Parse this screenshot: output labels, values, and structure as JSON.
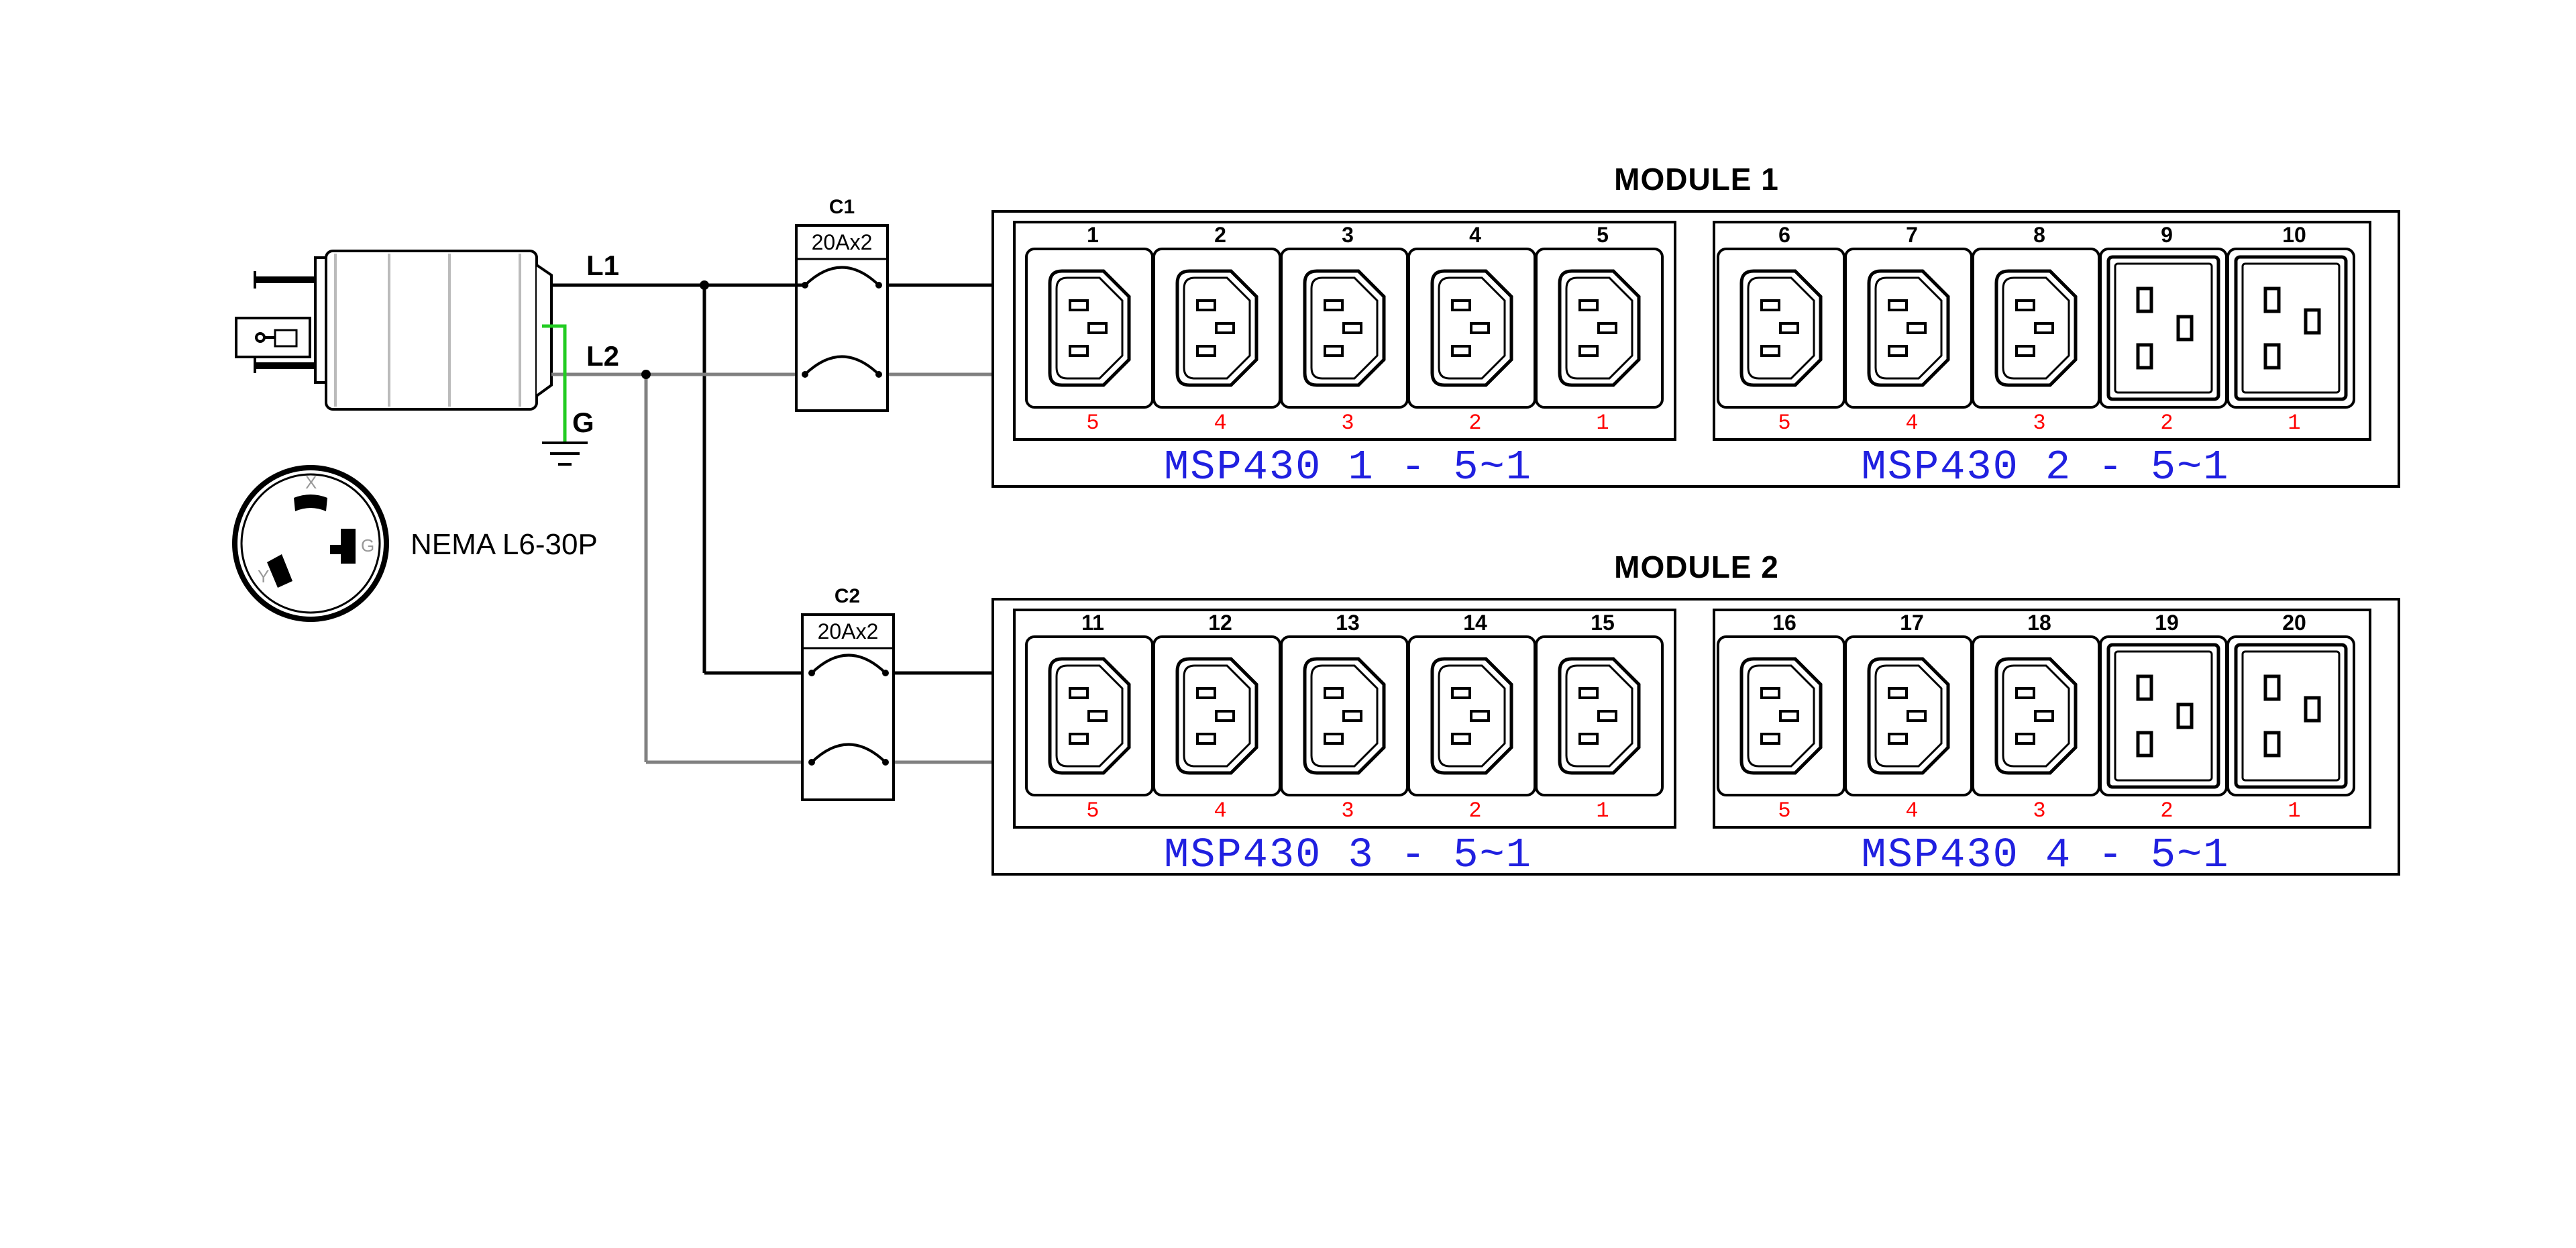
{
  "plug": {
    "name": "NEMA L6-30P",
    "face_letters": {
      "x": "X",
      "y": "Y",
      "g": "G"
    }
  },
  "wires": {
    "l1": "L1",
    "l2": "L2",
    "ground": "G"
  },
  "breakers": [
    {
      "name": "C1",
      "rating": "20Ax2"
    },
    {
      "name": "C2",
      "rating": "20Ax2"
    }
  ],
  "modules": [
    {
      "title": "MODULE 1",
      "groups": [
        {
          "label": "MSP430 1 - 5~1",
          "outlets": [
            {
              "number": "1",
              "port": "5",
              "type": "C13"
            },
            {
              "number": "2",
              "port": "4",
              "type": "C13"
            },
            {
              "number": "3",
              "port": "3",
              "type": "C13"
            },
            {
              "number": "4",
              "port": "2",
              "type": "C13"
            },
            {
              "number": "5",
              "port": "1",
              "type": "C13"
            }
          ]
        },
        {
          "label": "MSP430 2 - 5~1",
          "outlets": [
            {
              "number": "6",
              "port": "5",
              "type": "C13"
            },
            {
              "number": "7",
              "port": "4",
              "type": "C13"
            },
            {
              "number": "8",
              "port": "3",
              "type": "C13"
            },
            {
              "number": "9",
              "port": "2",
              "type": "C19"
            },
            {
              "number": "10",
              "port": "1",
              "type": "C19"
            }
          ]
        }
      ]
    },
    {
      "title": "MODULE 2",
      "groups": [
        {
          "label": "MSP430 3 - 5~1",
          "outlets": [
            {
              "number": "11",
              "port": "5",
              "type": "C13"
            },
            {
              "number": "12",
              "port": "4",
              "type": "C13"
            },
            {
              "number": "13",
              "port": "3",
              "type": "C13"
            },
            {
              "number": "14",
              "port": "2",
              "type": "C13"
            },
            {
              "number": "15",
              "port": "1",
              "type": "C13"
            }
          ]
        },
        {
          "label": "MSP430 4 - 5~1",
          "outlets": [
            {
              "number": "16",
              "port": "5",
              "type": "C13"
            },
            {
              "number": "17",
              "port": "4",
              "type": "C13"
            },
            {
              "number": "18",
              "port": "3",
              "type": "C13"
            },
            {
              "number": "19",
              "port": "2",
              "type": "C19"
            },
            {
              "number": "20",
              "port": "1",
              "type": "C19"
            }
          ]
        }
      ]
    }
  ],
  "colors": {
    "l1_wire": "#000000",
    "l2_wire": "#808080",
    "ground_wire": "#22cc22",
    "port_number": "#ff0000",
    "group_label": "#2020e0"
  }
}
